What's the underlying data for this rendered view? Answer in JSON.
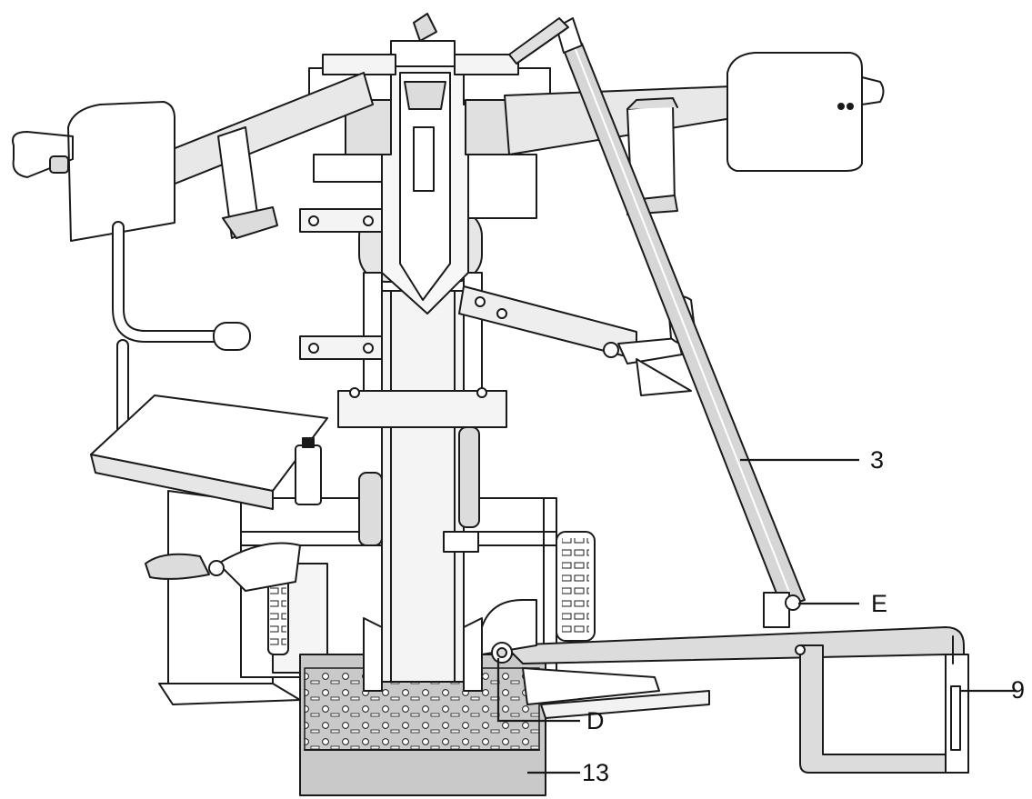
{
  "callouts": [
    {
      "id": "callout-3",
      "text": "3"
    },
    {
      "id": "callout-e",
      "text": "E"
    },
    {
      "id": "callout-9",
      "text": "9"
    },
    {
      "id": "callout-d",
      "text": "D"
    },
    {
      "id": "callout-13",
      "text": "13"
    }
  ],
  "colors": {
    "line": "#1a1a1a",
    "metal": "#ededed",
    "metal_dark": "#cfcfcf",
    "metal_mid": "#dcdcdc",
    "highlight": "#ffffff",
    "table": "#c9c9c9"
  }
}
